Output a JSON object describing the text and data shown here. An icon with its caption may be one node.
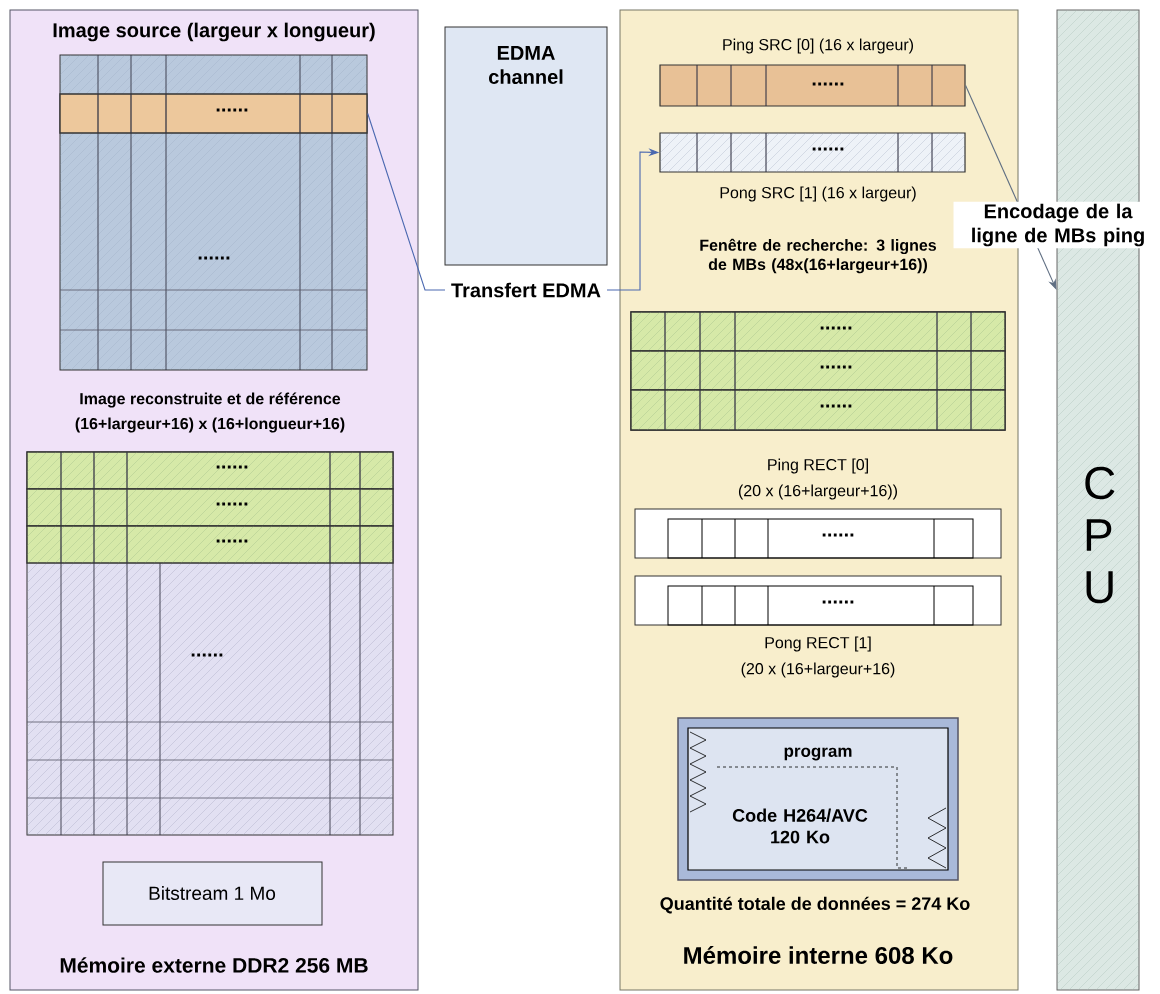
{
  "diagram": {
    "nodes": [
      {
        "text": [
          "Mémoire externe DDR2 256 MB"
        ]
      },
      {
        "text": [
          "Image source (largeur x longueur)",
          "......"
        ],
        "in": 0
      },
      {
        "text": [
          "......"
        ],
        "in": 1
      },
      {
        "text": [
          "Image reconstruite et de référence",
          "(16+largeur+16) x (16+longueur+16)",
          "......"
        ],
        "in": 0
      },
      {
        "text": [
          "......"
        ],
        "in": 3
      },
      {
        "text": [
          "......"
        ],
        "in": 3
      },
      {
        "text": [
          "......"
        ],
        "in": 3
      },
      {
        "text": [
          "Bitstream 1 Mo"
        ],
        "in": 0
      },
      {
        "text": [
          "EDMA channel"
        ]
      },
      {
        "text": [
          "Mémoire interne 608 Ko"
        ]
      },
      {
        "text": [
          "Ping SRC [0] (16 x largeur)",
          "......"
        ],
        "in": 9
      },
      {
        "text": [
          "......",
          "Pong SRC [1] (16 x largeur)"
        ],
        "in": 9
      },
      {
        "text": [
          "Fenêtre de recherche: 3 lignes de MBs (48x(16+largeur+16))"
        ],
        "in": 9
      },
      {
        "text": [
          "......"
        ],
        "in": 12
      },
      {
        "text": [
          "......"
        ],
        "in": 12
      },
      {
        "text": [
          "......"
        ],
        "in": 12
      },
      {
        "text": [
          "Ping RECT [0]",
          "(20 x (16+largeur+16))",
          "......"
        ],
        "in": 9
      },
      {
        "text": [
          "......",
          "Pong RECT [1]",
          "(20 x (16+largeur+16)"
        ],
        "in": 9
      },
      {
        "text": [
          "program",
          "Code H264/AVC 120 Ko"
        ],
        "in": 9
      },
      {
        "text": [
          "C P U"
        ]
      }
    ],
    "edges": [
      {
        "from": 2,
        "to": 11,
        "arrow": "to",
        "label": "Transfert EDMA"
      },
      {
        "from": 10,
        "to": 19,
        "arrow": "to",
        "label": "Encodage de la ligne de MBs ping"
      }
    ],
    "labels": [
      "Quantité totale de données = 274 Ko"
    ]
  }
}
